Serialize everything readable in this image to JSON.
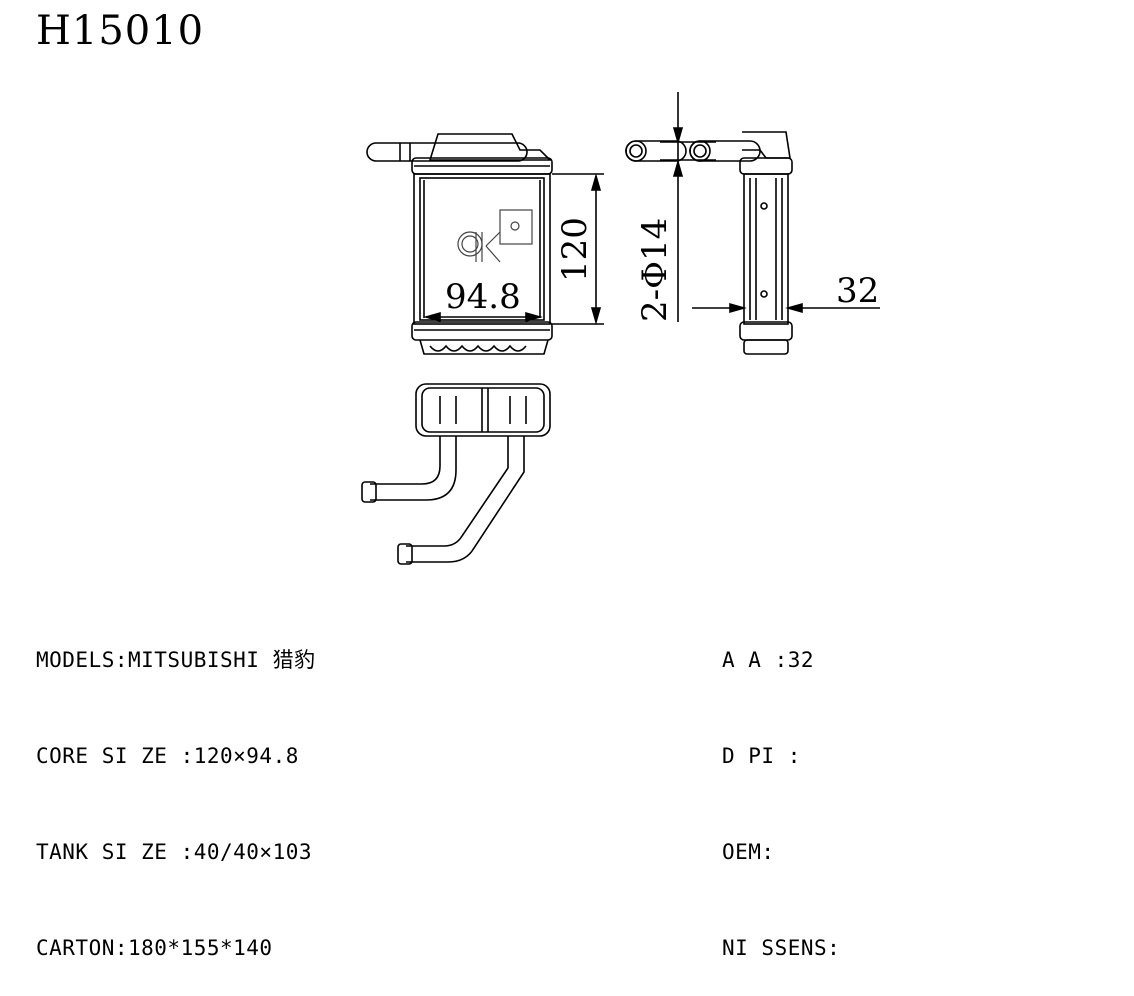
{
  "title": "H15010",
  "dimensions": {
    "height": "120",
    "width": "94.8",
    "pipes": "2-Φ14",
    "thickness": "32"
  },
  "specs_left": [
    "MODELS:MITSUBISHI 猎豹",
    "CORE SI ZE :120×94.8",
    "TANK SI ZE :40/40×103",
    "CARTON:180*155*140"
  ],
  "specs_right": [
    "A A :32",
    "D PI :",
    "OEM:",
    "NI SSENS:"
  ]
}
